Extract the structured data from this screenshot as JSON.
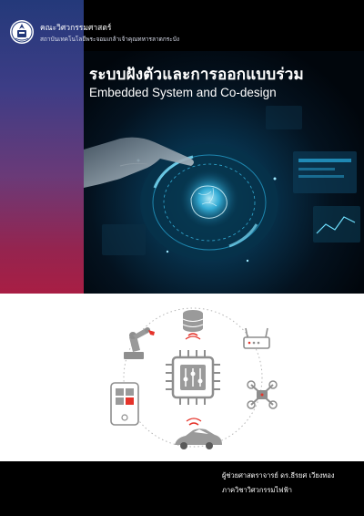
{
  "header": {
    "faculty": "คณะวิศวกรรมศาสตร์",
    "institute": "สถาบันเทคโนโลยีพระจอมเกล้าเจ้าคุณทหารลาดกระบัง"
  },
  "title": {
    "thai": "ระบบฝังตัวและการออกแบบร่วม",
    "english": "Embedded System and Co-design"
  },
  "author": {
    "name": "ผู้ช่วยศาสตราจารย์ ดร.ธีรยศ เวียงทอง",
    "department": "ภาควิชาวิศวกรรมไฟฟ้า"
  },
  "colors": {
    "stripe_top": "#24397a",
    "stripe_bottom": "#a81e44",
    "hero_glow": "#2fc6ff",
    "icon_gray": "#9a9a9a",
    "accent_red": "#e5332a"
  },
  "icons": [
    "university-seal-icon",
    "robot-arm-icon",
    "database-icon",
    "router-icon",
    "drone-icon",
    "car-icon",
    "smartphone-icon",
    "chip-icon"
  ]
}
